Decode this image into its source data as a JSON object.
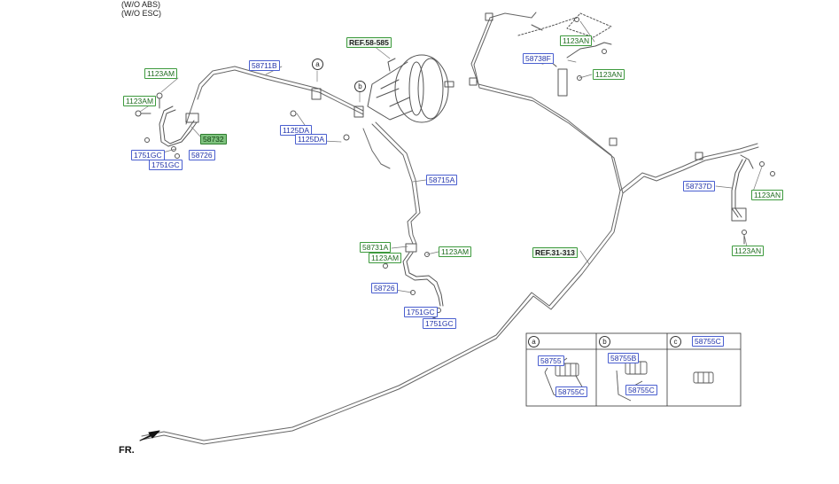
{
  "header": {
    "line1": "(W/O ABS)",
    "line2": "(W/O ESC)"
  },
  "refs": {
    "ref1": "REF.58-585",
    "ref2": "REF.31-313"
  },
  "labels": {
    "l1123am_a": "1123AM",
    "l1123am_b": "1123AM",
    "l58732": "58732",
    "l1751gc_a": "1751GC",
    "l58726_a": "58726",
    "l1751gc_b": "1751GC",
    "l58711b": "58711B",
    "l1125da_a": "1125DA",
    "l1125da_b": "1125DA",
    "l58715a": "58715A",
    "l58731a": "58731A",
    "l1123am_c": "1123AM",
    "l1123am_d": "1123AM",
    "l58726_b": "58726",
    "l1751gc_c": "1751GC",
    "l1751gc_d": "1751GC",
    "l1123an_a": "1123AN",
    "l58738f": "58738F",
    "l1123an_b": "1123AN",
    "l58737d": "58737D",
    "l1123an_c": "1123AN",
    "l1123an_d": "1123AN"
  },
  "callouts": {
    "a": "a",
    "b": "b"
  },
  "inset": {
    "cells": [
      {
        "letter": "a",
        "parts": [
          "58755",
          "58755C"
        ]
      },
      {
        "letter": "b",
        "parts": [
          "58755B",
          "58755C"
        ]
      },
      {
        "letter": "c",
        "parts": [
          "58755C"
        ]
      }
    ]
  },
  "footer": {
    "fr": "FR."
  },
  "colors": {
    "label_blue": "#4a5fd0",
    "label_green": "#3d9a3d",
    "highlight": "#7ec27e",
    "line": "#666666"
  }
}
